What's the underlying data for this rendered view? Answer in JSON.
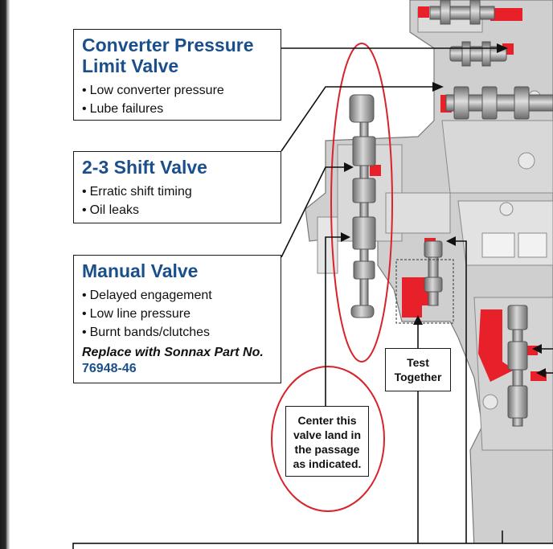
{
  "callouts": {
    "converter": {
      "title_line1": "Converter Pressure",
      "title_line2": "Limit Valve",
      "bullets": [
        "Low converter pressure",
        "Lube failures"
      ]
    },
    "shift23": {
      "title": "2-3 Shift Valve",
      "bullets": [
        "Erratic shift timing",
        "Oil leaks"
      ]
    },
    "manual": {
      "title": "Manual Valve",
      "bullets": [
        "Delayed engagement",
        "Low line pressure",
        "Burnt bands/clutches"
      ],
      "note": "Replace with Sonnax Part No.",
      "part_number": "76948-46"
    }
  },
  "notes": {
    "test_together": [
      "Test",
      "Together"
    ],
    "center_valve": [
      "Center this",
      "valve land in",
      "the passage",
      "as indicated."
    ]
  },
  "colors": {
    "title_blue": "#1a4f8c",
    "red_marker": "#e8202a",
    "ellipse_red": "#d8232a",
    "valve_gray": "#9a9a9a",
    "body_gray": "#c9c9c9"
  }
}
